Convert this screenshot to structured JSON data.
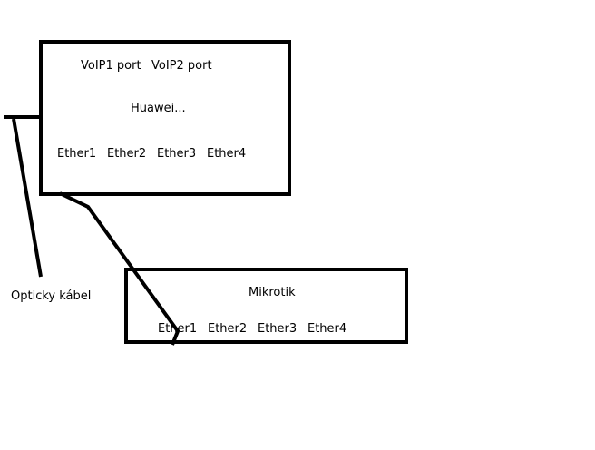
{
  "huawei": {
    "name": "Huawei...",
    "voip_ports": [
      "VoIP1 port",
      "VoIP2 port"
    ],
    "ether_ports": [
      "Ether1",
      "Ether2",
      "Ether3",
      "Ether4"
    ]
  },
  "mikrotik": {
    "name": "Mikrotik",
    "ether_ports": [
      "Ether1",
      "Ether2",
      "Ether3",
      "Ether4"
    ]
  },
  "fiber": {
    "label": "Opticky kábel"
  },
  "colors": {
    "stroke": "#000000",
    "background": "#ffffff"
  }
}
